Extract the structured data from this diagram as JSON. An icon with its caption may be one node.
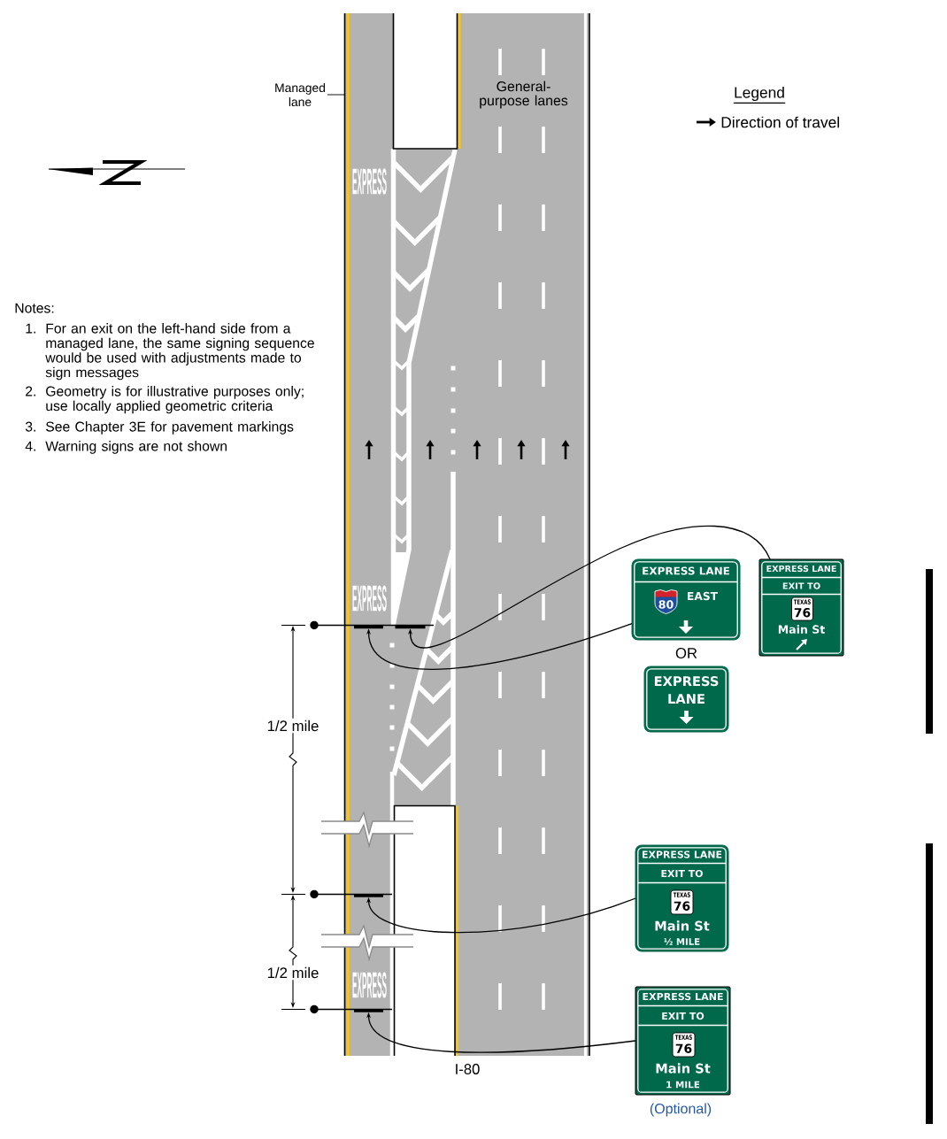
{
  "diagram": {
    "nodes": [
      {
        "text": [
          "Managed lane"
        ]
      },
      {
        "text": [
          "EXPRESS LANE",
          "EAST"
        ]
      },
      {
        "text": [
          "80"
        ],
        "in": 1
      },
      {
        "text": [
          "EXPRESS LANE",
          "EXIT TO",
          "Main St"
        ]
      },
      {
        "text": [
          "TEXAS",
          "76"
        ],
        "in": 3
      },
      {
        "text": [
          "EXPRESS LANE"
        ]
      },
      {
        "text": [
          "EXPRESS LANE",
          "EXIT TO",
          "Main St",
          "½ MILE"
        ]
      },
      {
        "text": [
          "TEXAS",
          "76"
        ],
        "in": 6
      },
      {
        "text": [
          "EXPRESS LANE",
          "EXIT TO",
          "Main St",
          "1 MILE"
        ],
        "beside": [
          "(Optional)"
        ]
      },
      {
        "text": [
          "TEXAS",
          "76"
        ],
        "in": 8
      },
      {
        "text": [],
        "shape": "bar"
      },
      {
        "text": [],
        "shape": "bar"
      },
      {
        "text": [],
        "shape": "bar"
      },
      {
        "text": [],
        "shape": "bar"
      }
    ],
    "edges": [
      {
        "from": 0,
        "to": null,
        "arrow": "none"
      },
      {
        "from": 1,
        "to": 10,
        "arrow": "to"
      },
      {
        "from": 3,
        "to": 11,
        "arrow": "to"
      },
      {
        "from": 6,
        "to": 12,
        "arrow": "to"
      },
      {
        "from": 8,
        "to": 13,
        "arrow": "to"
      }
    ],
    "labels": [
      "General-purpose lanes",
      "Legend",
      "EXPRESS",
      "Notes:",
      "1.",
      "For an exit on the left-hand side from a managed lane, the same signing sequence would be used with adjustments made to sign messages",
      "2.",
      "Geometry is for illustrative purposes only; use locally applied geometric criteria",
      "3.",
      "See Chapter 3E for pavement markings",
      "4.",
      "Warning signs are not shown",
      "EXPRESS",
      "OR",
      "1/2 mile",
      "1/2 mile",
      "EXPRESS",
      "I-80"
    ],
    "legend": [
      {
        "text": "Direction of travel"
      }
    ]
  }
}
